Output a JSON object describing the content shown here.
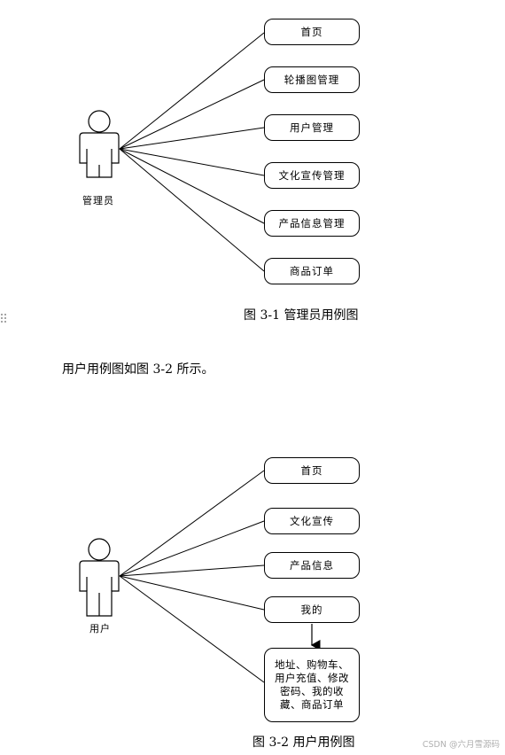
{
  "diagram1": {
    "actor": "管理员",
    "use_cases": [
      "首页",
      "轮播图管理",
      "用户管理",
      "文化宣传管理",
      "产品信息管理",
      "商品订单"
    ],
    "caption": "图 3-1  管理员用例图"
  },
  "paragraph": "用户用例图如图 3-2 所示。",
  "diagram2": {
    "actor": "用户",
    "use_cases": [
      "首页",
      "文化宣传",
      "产品信息",
      "我的"
    ],
    "sub_case": "地址、购物车、\n用户充值、修改\n密码、我的收\n藏、商品订单",
    "caption": "图 3-2  用户用例图"
  },
  "watermark": "CSDN @六月雪源码",
  "icons": {
    "handle": "drag-handle-icon"
  }
}
